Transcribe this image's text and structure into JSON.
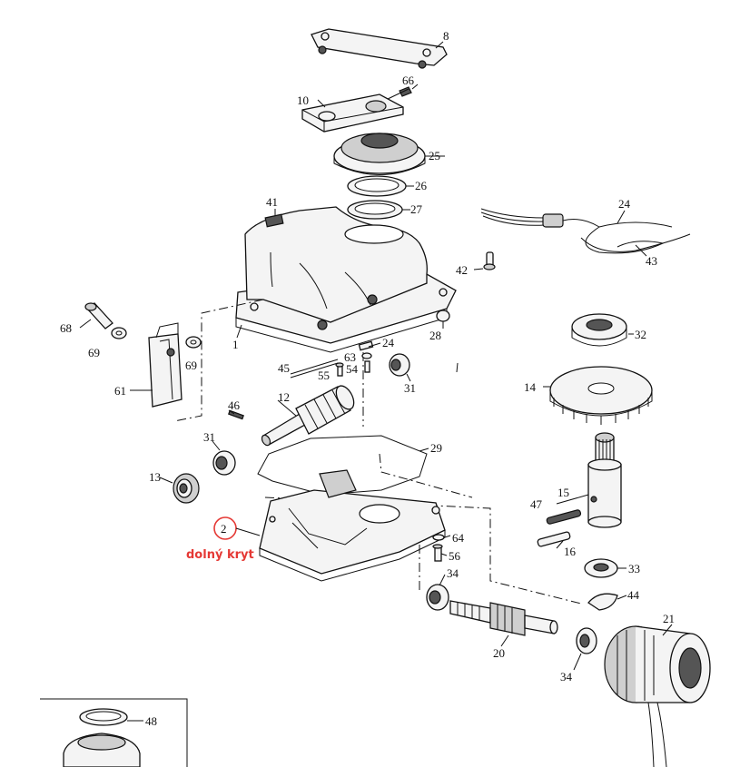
{
  "labels": {
    "p8": "8",
    "p66": "66",
    "p10": "10",
    "p25": "25",
    "p26": "26",
    "p27": "27",
    "p41": "41",
    "p24a": "24",
    "p43": "43",
    "p42": "42",
    "p68": "68",
    "p69a": "69",
    "p69b": "69",
    "p1": "1",
    "p28": "28",
    "p61": "61",
    "p45": "45",
    "p63": "63",
    "p24b": "24",
    "p54": "54",
    "p55": "55",
    "p31a": "31",
    "p46": "46",
    "p12": "12",
    "p32": "32",
    "p14": "14",
    "p31b": "31",
    "p13": "13",
    "p29": "29",
    "p15": "15",
    "p47": "47",
    "p16": "16",
    "p2": "2",
    "p64": "64",
    "p56": "56",
    "p34a": "34",
    "p33": "33",
    "p44": "44",
    "p21": "21",
    "p20": "20",
    "p34b": "34",
    "p48": "48"
  },
  "callout": {
    "text": "dolný kryt",
    "color": "#e53935"
  }
}
